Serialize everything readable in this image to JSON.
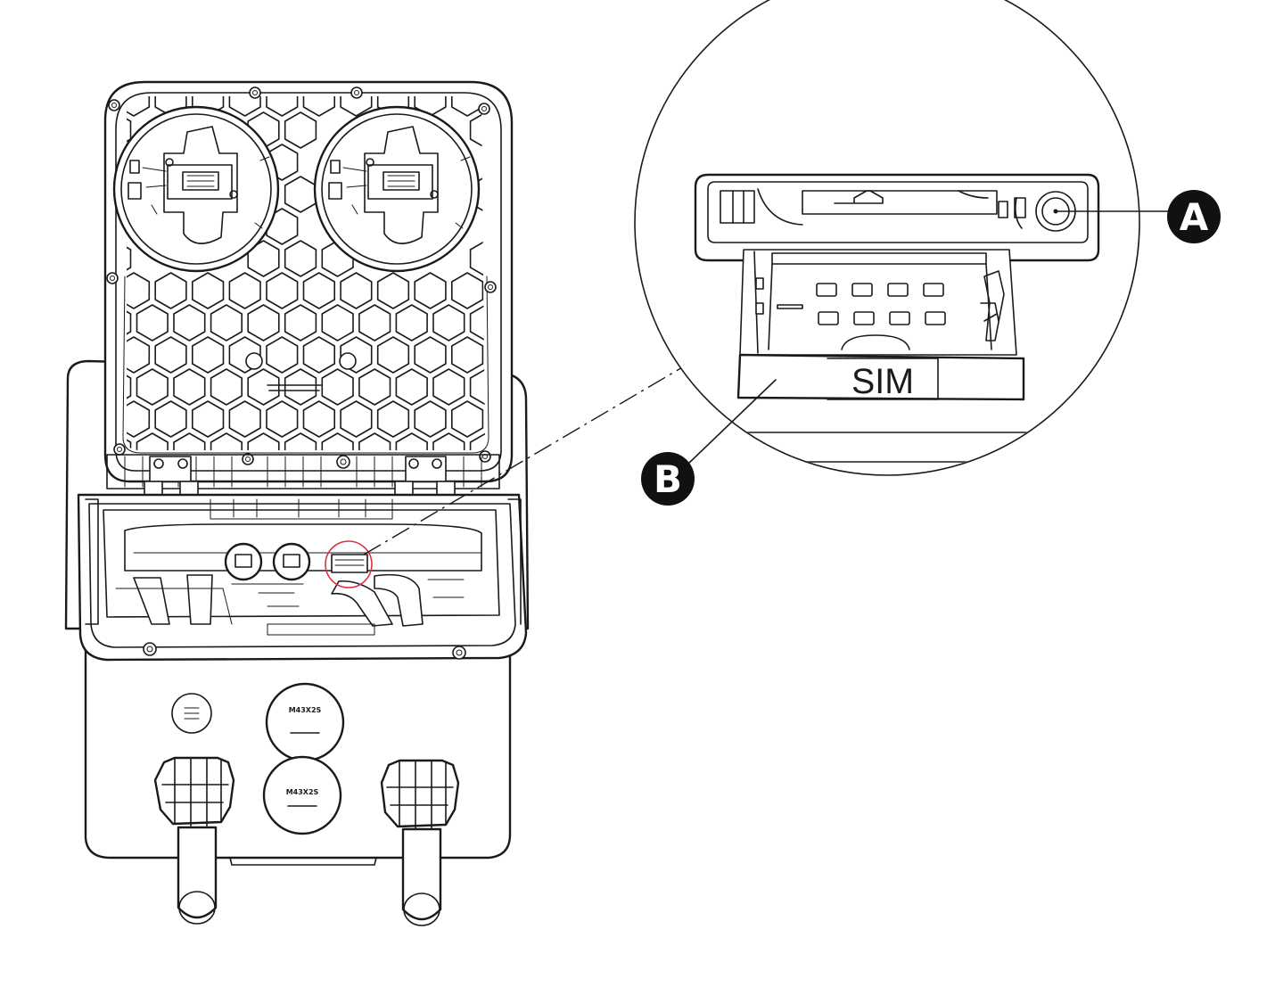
{
  "diagram": {
    "callouts": [
      {
        "id": "a",
        "label": "A"
      },
      {
        "id": "b",
        "label": "B"
      }
    ],
    "slot_label": "SIM",
    "plate_markings": [
      "M43X2S",
      "M43X2S"
    ],
    "colors": {
      "line": "#1a1a1a",
      "callout_fill": "#111111",
      "callout_text": "#ffffff",
      "highlight_ring": "#d9333f",
      "background": "#ffffff"
    }
  }
}
